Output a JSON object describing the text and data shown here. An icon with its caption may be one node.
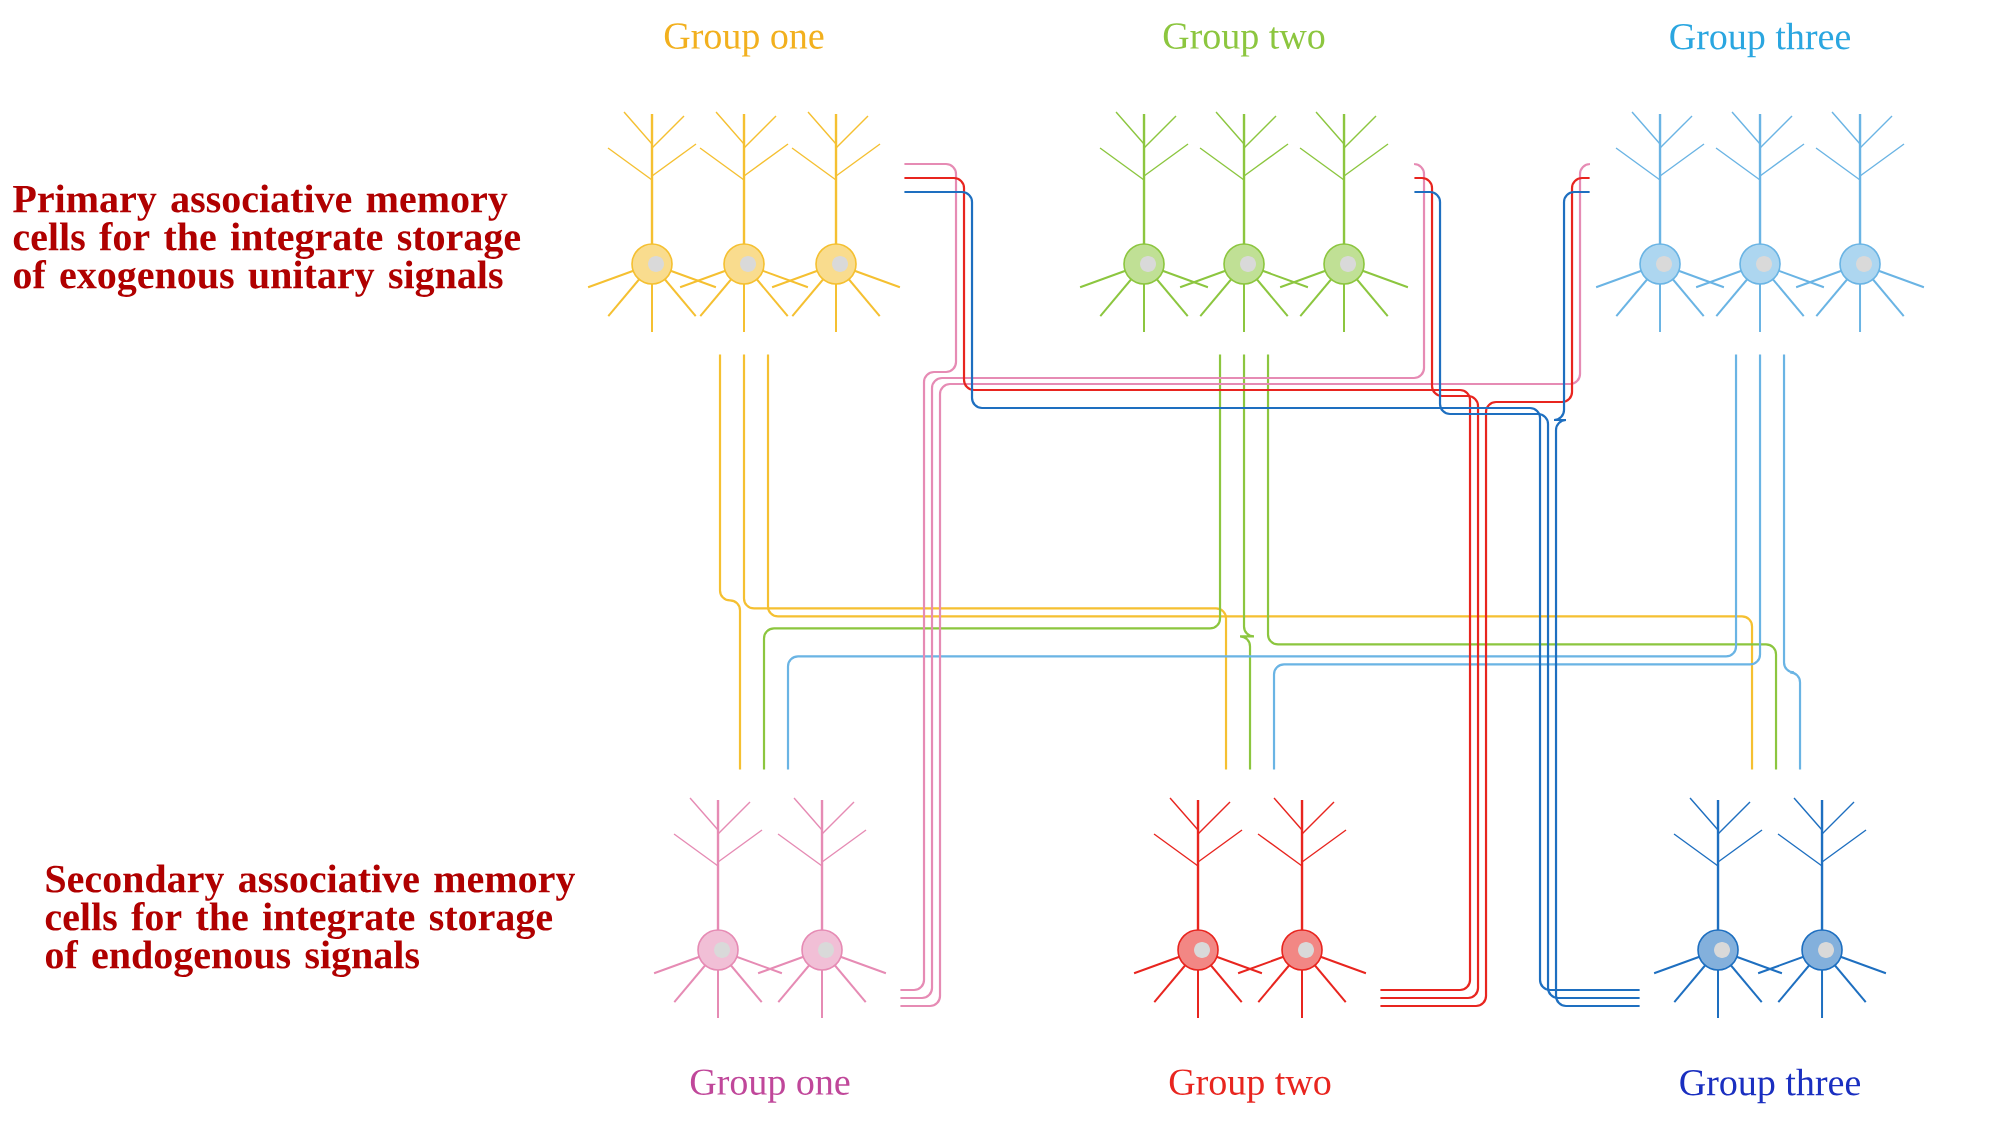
{
  "diagram": {
    "nodes": [
      {
        "text": [
          "Group one"
        ]
      },
      {
        "text": [
          "Group two"
        ]
      },
      {
        "text": [
          "Group three"
        ]
      },
      {
        "text": [
          "Group one"
        ]
      },
      {
        "text": [
          "Group two"
        ]
      },
      {
        "text": [
          "Group three"
        ]
      }
    ],
    "edges": [
      {
        "from": 0,
        "to": 3,
        "arrow": "none",
        "color": "#f5c031"
      },
      {
        "from": 0,
        "to": 4,
        "arrow": "none",
        "color": "#f5c031"
      },
      {
        "from": 0,
        "to": 5,
        "arrow": "none",
        "color": "#f5c031"
      },
      {
        "from": 1,
        "to": 3,
        "arrow": "none",
        "color": "#8cc63f"
      },
      {
        "from": 1,
        "to": 4,
        "arrow": "none",
        "color": "#8cc63f"
      },
      {
        "from": 1,
        "to": 5,
        "arrow": "none",
        "color": "#8cc63f"
      },
      {
        "from": 2,
        "to": 3,
        "arrow": "none",
        "color": "#6ab4e4"
      },
      {
        "from": 2,
        "to": 4,
        "arrow": "none",
        "color": "#6ab4e4"
      },
      {
        "from": 2,
        "to": 5,
        "arrow": "none",
        "color": "#6ab4e4"
      },
      {
        "from": 3,
        "to": 0,
        "arrow": "none",
        "color": "#e68bb4"
      },
      {
        "from": 3,
        "to": 1,
        "arrow": "none",
        "color": "#e68bb4"
      },
      {
        "from": 3,
        "to": 2,
        "arrow": "none",
        "color": "#e68bb4"
      },
      {
        "from": 4,
        "to": 0,
        "arrow": "none",
        "color": "#e8251f"
      },
      {
        "from": 4,
        "to": 1,
        "arrow": "none",
        "color": "#e8251f"
      },
      {
        "from": 4,
        "to": 2,
        "arrow": "none",
        "color": "#e8251f"
      },
      {
        "from": 5,
        "to": 0,
        "arrow": "none",
        "color": "#1e6fc0"
      },
      {
        "from": 5,
        "to": 1,
        "arrow": "none",
        "color": "#1e6fc0"
      },
      {
        "from": 5,
        "to": 2,
        "arrow": "none",
        "color": "#1e6fc0"
      }
    ],
    "labels": [
      "Primary associative memory cells for the integrate storage of exogenous unitary signals",
      "Secondary associative memory cells for the integrate storage of endogenous signals"
    ]
  }
}
